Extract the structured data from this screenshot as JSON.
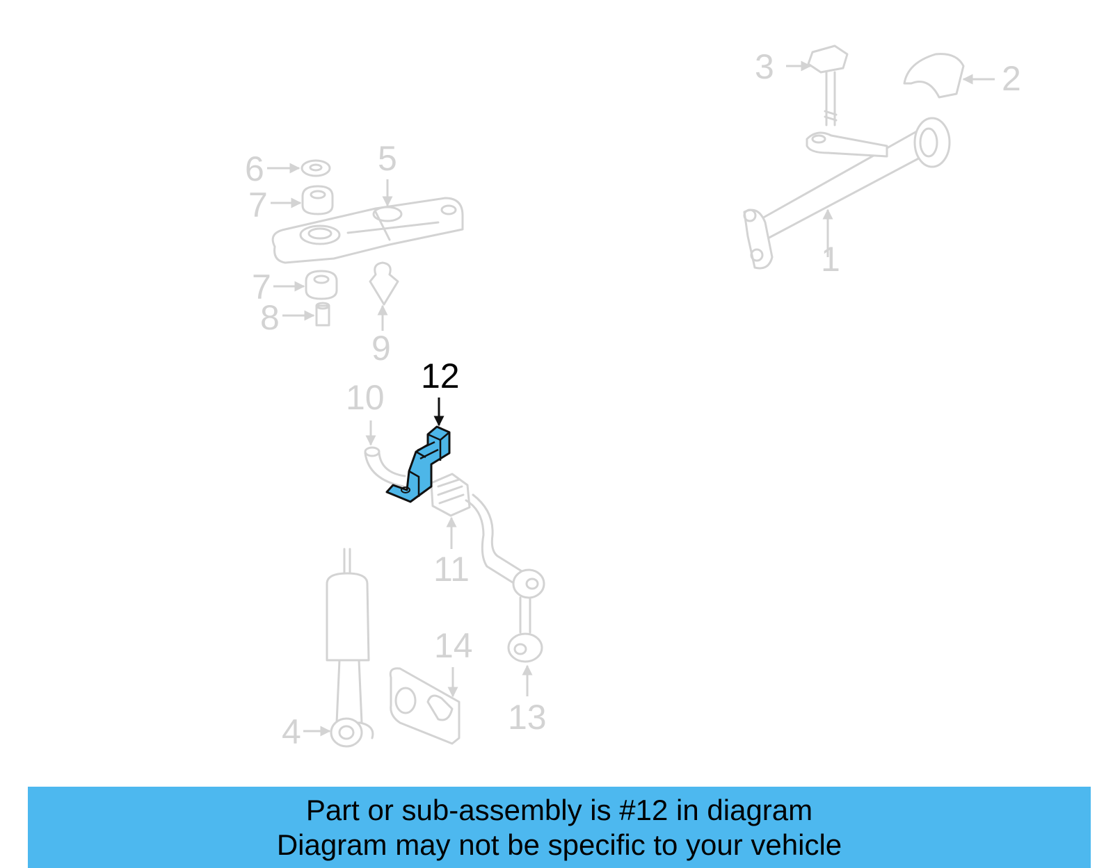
{
  "diagram": {
    "highlighted_callout": "12",
    "callouts": [
      "1",
      "2",
      "3",
      "4",
      "5",
      "6",
      "7",
      "7",
      "8",
      "9",
      "10",
      "11",
      "12",
      "13",
      "14"
    ],
    "colors": {
      "highlight": "#4db6e8",
      "ghost": "#d3d3d3",
      "banner": "#4db8ef"
    }
  },
  "banner": {
    "line1": "Part or sub-assembly is #12 in diagram",
    "line2": "Diagram may not be specific to your vehicle"
  }
}
